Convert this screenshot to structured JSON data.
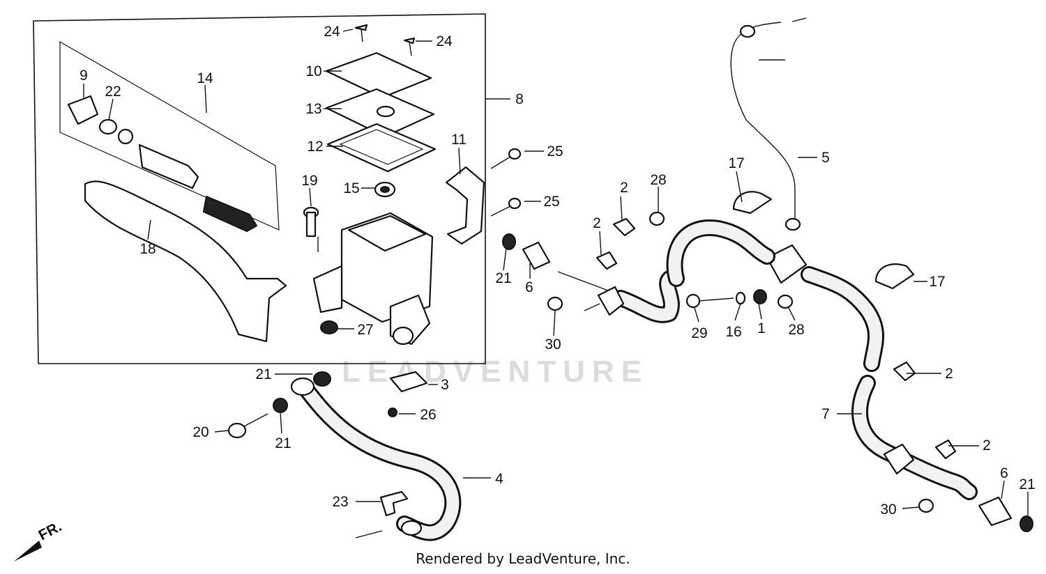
{
  "watermark": "LEADVENTURE",
  "footer": "Rendered by LeadVenture, Inc.",
  "front_marker": "FR.",
  "callouts": {
    "c1": "1",
    "c2a": "2",
    "c2b": "2",
    "c2c": "2",
    "c2d": "2",
    "c3": "3",
    "c4": "4",
    "c5": "5",
    "c6a": "6",
    "c6b": "6",
    "c7": "7",
    "c8": "8",
    "c9": "9",
    "c10": "10",
    "c11": "11",
    "c12": "12",
    "c13": "13",
    "c14": "14",
    "c15": "15",
    "c16": "16",
    "c17a": "17",
    "c17b": "17",
    "c18": "18",
    "c19": "19",
    "c20": "20",
    "c21a": "21",
    "c21b": "21",
    "c21c": "21",
    "c21d": "21",
    "c22": "22",
    "c23": "23",
    "c24a": "24",
    "c24b": "24",
    "c25a": "25",
    "c25b": "25",
    "c26": "26",
    "c27": "27",
    "c28a": "28",
    "c28b": "28",
    "c29": "29",
    "c30a": "30",
    "c30b": "30"
  }
}
